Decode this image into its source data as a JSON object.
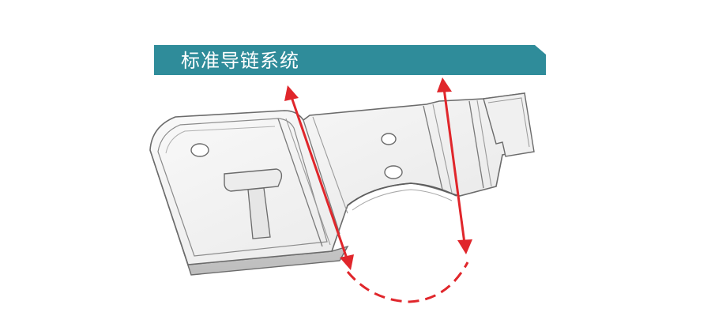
{
  "banner": {
    "title": "标准导链系统",
    "color": "#2f8c9a"
  },
  "colors": {
    "arrow": "#e0262b",
    "part_outline": "#6b6b6b",
    "part_fill": "#f4f4f4",
    "part_shade": "#d9d9d9"
  },
  "icons": {
    "guide_arrow": "double-headed-arrow",
    "chain_path": "dashed-arc"
  }
}
